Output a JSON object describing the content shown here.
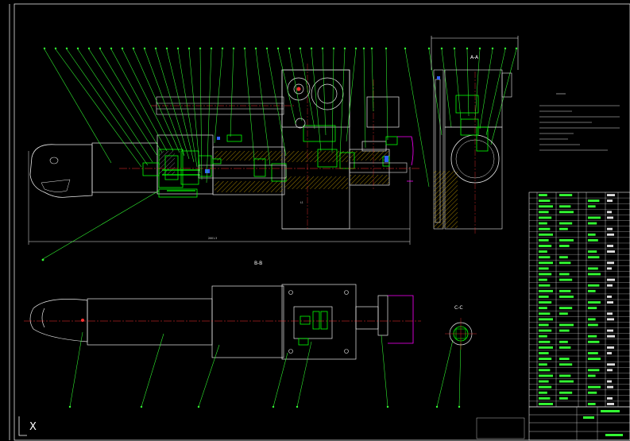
{
  "section_labels": {
    "bb": "B-B",
    "aa": "A-A",
    "cc": "C-C"
  },
  "ucs_label": "X",
  "colors": {
    "background": "#000000",
    "frame": "#ffffff",
    "leader": "#33ff33",
    "part_green": "#00ff00",
    "center": "#ff3030",
    "magenta": "#ff00ff",
    "hatch": "#c8a000",
    "outline": "#e8e8e8"
  }
}
